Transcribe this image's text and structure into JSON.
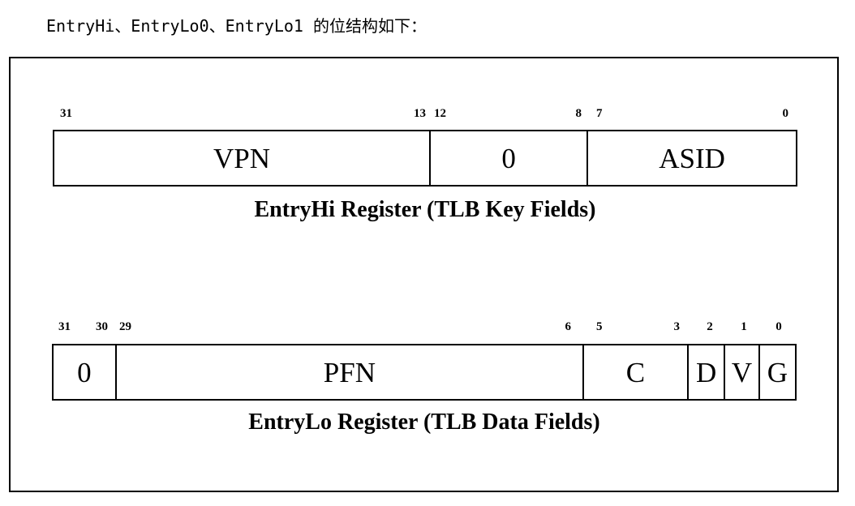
{
  "intro": {
    "text": "EntryHi、EntryLo0、EntryLo1 的位结构如下："
  },
  "figure": {
    "registers": [
      {
        "name": "EntryHi",
        "caption": "EntryHi Register (TLB Key Fields)",
        "bit_labels": [
          "31",
          "13",
          "12",
          "8",
          "7",
          "0"
        ],
        "fields": [
          {
            "label": "VPN",
            "bits": "31-13"
          },
          {
            "label": "0",
            "bits": "12-8"
          },
          {
            "label": "ASID",
            "bits": "7-0"
          }
        ]
      },
      {
        "name": "EntryLo",
        "caption": "EntryLo Register (TLB Data Fields)",
        "bit_labels": [
          "31",
          "30",
          "29",
          "6",
          "5",
          "3",
          "2",
          "1",
          "0"
        ],
        "fields": [
          {
            "label": "0",
            "bits": "31-30"
          },
          {
            "label": "PFN",
            "bits": "29-6"
          },
          {
            "label": "C",
            "bits": "5-3"
          },
          {
            "label": "D",
            "bits": "2"
          },
          {
            "label": "V",
            "bits": "1"
          },
          {
            "label": "G",
            "bits": "0"
          }
        ]
      }
    ]
  }
}
